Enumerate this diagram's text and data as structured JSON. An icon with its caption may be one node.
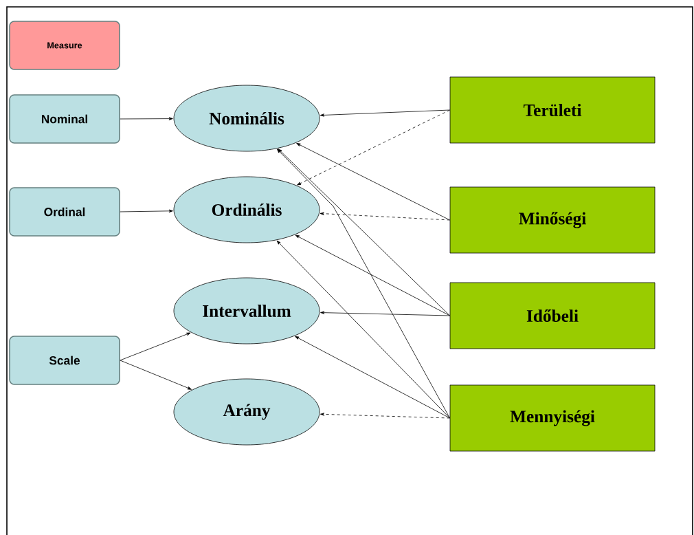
{
  "diagram": {
    "nodes": [
      {
        "text": [
          "Measure"
        ]
      },
      {
        "text": [
          "Nominal"
        ]
      },
      {
        "text": [
          "Ordinal"
        ]
      },
      {
        "text": [
          "Scale"
        ]
      },
      {
        "text": [
          "Nominális"
        ]
      },
      {
        "text": [
          "Ordinális"
        ]
      },
      {
        "text": [
          "Intervallum"
        ]
      },
      {
        "text": [
          "Arány"
        ]
      },
      {
        "text": [
          "Területi"
        ]
      },
      {
        "text": [
          "Minőségi"
        ]
      },
      {
        "text": [
          "Időbeli"
        ]
      },
      {
        "text": [
          "Mennyiségi"
        ]
      }
    ],
    "edges": [
      {
        "from": 1,
        "to": 4,
        "arrow": "to"
      },
      {
        "from": 2,
        "to": 5,
        "arrow": "to"
      },
      {
        "from": 3,
        "to": 6,
        "arrow": "to"
      },
      {
        "from": 3,
        "to": 7,
        "arrow": "to"
      },
      {
        "from": 8,
        "to": 4,
        "arrow": "to"
      },
      {
        "from": 8,
        "to": 5,
        "arrow": "to",
        "style": "dashed"
      },
      {
        "from": 9,
        "to": 4,
        "arrow": "to"
      },
      {
        "from": 9,
        "to": 5,
        "arrow": "to",
        "style": "dashed"
      },
      {
        "from": 10,
        "to": 4,
        "arrow": "to"
      },
      {
        "from": 10,
        "to": 5,
        "arrow": "to"
      },
      {
        "from": 10,
        "to": 6,
        "arrow": "to"
      },
      {
        "from": 11,
        "to": 4,
        "arrow": "to"
      },
      {
        "from": 11,
        "to": 5,
        "arrow": "to"
      },
      {
        "from": 11,
        "to": 6,
        "arrow": "to"
      },
      {
        "from": 11,
        "to": 7,
        "arrow": "to",
        "style": "dashed"
      }
    ]
  }
}
